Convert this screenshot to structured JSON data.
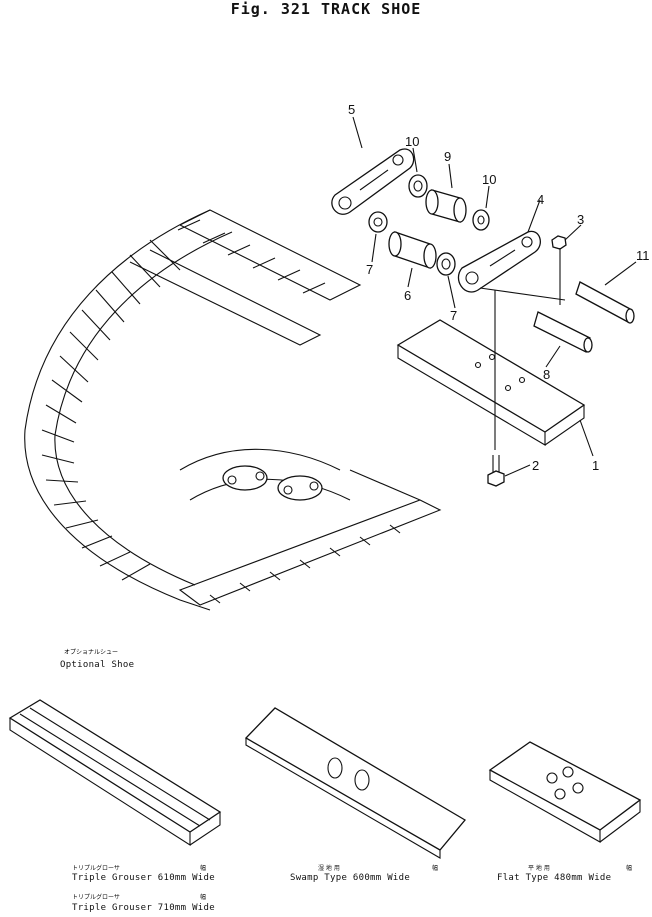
{
  "title": "Fig. 321   TRACK SHOE",
  "callouts": [
    "1",
    "2",
    "3",
    "4",
    "5",
    "6",
    "7",
    "7",
    "8",
    "9",
    "10",
    "10",
    "11"
  ],
  "optional": {
    "jp": "オプショナルシュー",
    "en": "Optional  Shoe"
  },
  "captions": {
    "triple610_jp": "トリプルグローサ",
    "triple610_w_jp": "幅",
    "triple610": "Triple  Grouser  610mm  Wide",
    "triple710_jp": "トリプルグローサ",
    "triple710_w_jp": "幅",
    "triple710": "Triple  Grouser  710mm  Wide",
    "swamp_jp": "湿 地 用",
    "swamp_w_jp": "幅",
    "swamp": "Swamp  Type  600mm  Wide",
    "flat_jp": "平 地 用",
    "flat_w_jp": "幅",
    "flat": "Flat  Type  480mm  Wide"
  }
}
